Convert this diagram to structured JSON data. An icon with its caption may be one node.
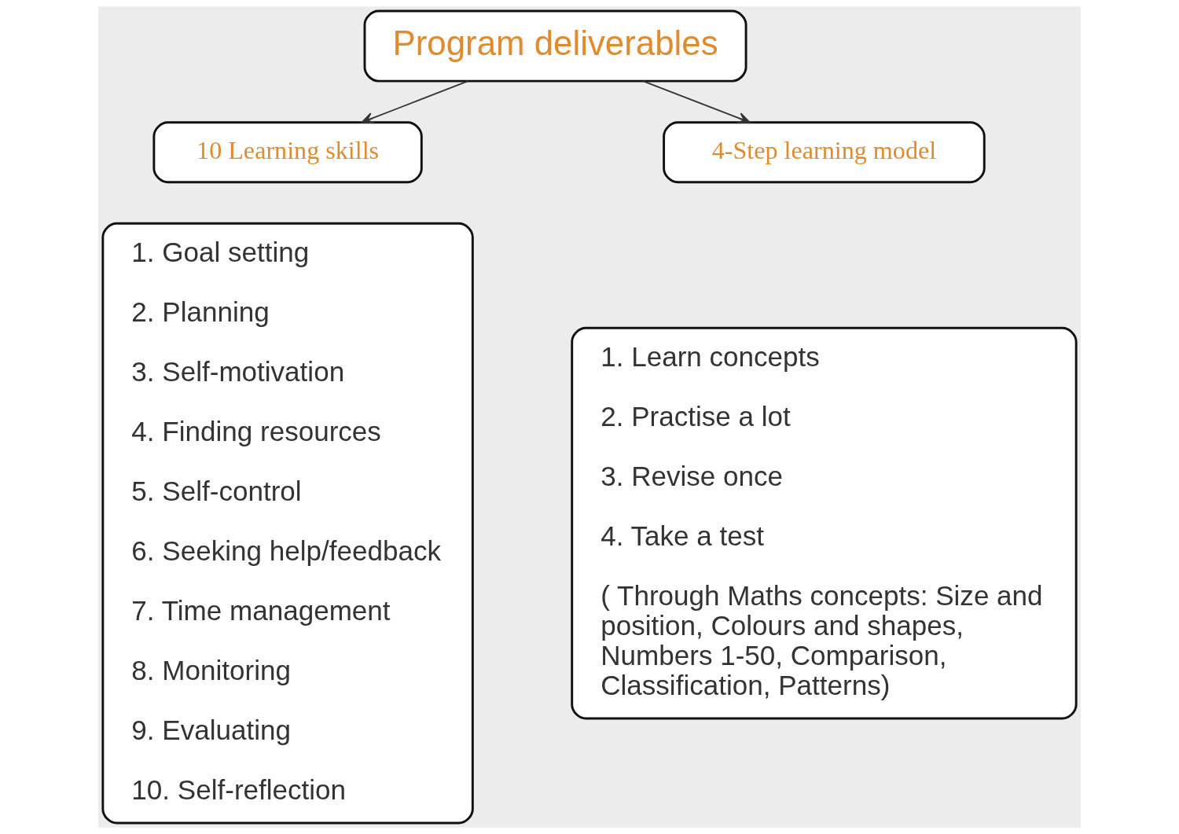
{
  "diagram": {
    "nodes": [
      {
        "text": [
          "Program deliverables"
        ]
      },
      {
        "text": [
          "10 Learning skills"
        ]
      },
      {
        "text": [
          "4-Step learning model"
        ]
      },
      {
        "text": [
          "1. Goal setting",
          "2. Planning",
          "3. Self-motivation",
          "4. Finding resources",
          "5. Self-control",
          "6. Seeking help/feedback",
          "7. Time management",
          "8. Monitoring",
          "9. Evaluating",
          "10. Self-reflection"
        ]
      },
      {
        "text": [
          "1. Learn concepts",
          "2. Practise a lot",
          "3. Revise once",
          "4. Take a test",
          "( Through Maths concepts: Size and position, Colours and shapes, Numbers 1-50, Comparison, Classification, Patterns)"
        ]
      }
    ],
    "edges": [
      {
        "from": 0,
        "to": 1,
        "arrow": "to"
      },
      {
        "from": 0,
        "to": 2,
        "arrow": "to"
      }
    ]
  }
}
